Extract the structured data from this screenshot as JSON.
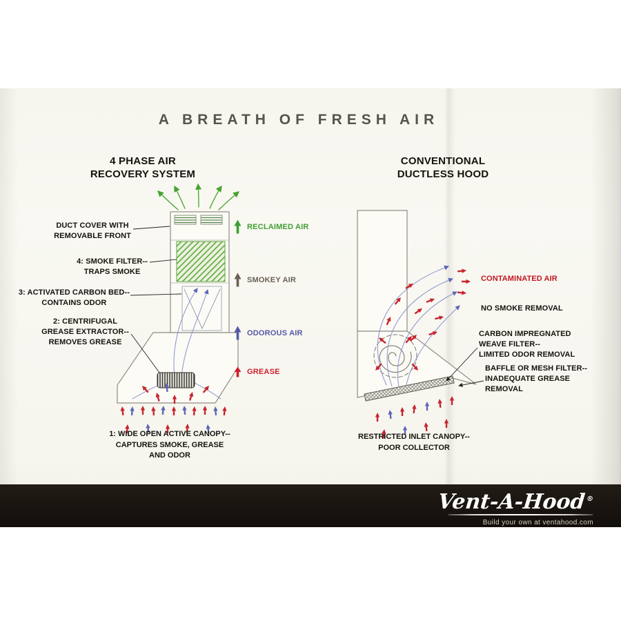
{
  "title": "A BREATH OF FRESH AIR",
  "left_panel": {
    "heading": "4 PHASE AIR\nRECOVERY SYSTEM",
    "callouts": {
      "duct_cover": "DUCT COVER WITH\nREMOVABLE FRONT",
      "smoke_filter": "4: SMOKE FILTER--\nTRAPS SMOKE",
      "carbon_bed": "3: ACTIVATED CARBON BED--\nCONTAINS ODOR",
      "grease_extractor": "2: CENTRIFUGAL\nGREASE EXTRACTOR--\nREMOVES GREASE",
      "canopy": "1: WIDE OPEN ACTIVE CANOPY--\nCAPTURES SMOKE, GREASE\nAND ODOR"
    },
    "airflow_legend": [
      {
        "label": "RECLAIMED AIR",
        "color": "#3f9e33"
      },
      {
        "label": "SMOKEY AIR",
        "color": "#6a5f55"
      },
      {
        "label": "ODOROUS AIR",
        "color": "#5558a8"
      },
      {
        "label": "GREASE",
        "color": "#cf1f2e"
      }
    ]
  },
  "right_panel": {
    "heading": "CONVENTIONAL\nDUCTLESS HOOD",
    "callouts": {
      "contaminated_air": "CONTAMINATED AIR",
      "no_smoke": "NO SMOKE REMOVAL",
      "weave_filter": "CARBON IMPREGNATED\nWEAVE FILTER--\nLIMITED ODOR REMOVAL",
      "baffle_filter": "BAFFLE OR MESH FILTER--\nINADEQUATE GREASE\nREMOVAL",
      "canopy": "RESTRICTED INLET CANOPY--\nPOOR COLLECTOR"
    },
    "contaminated_air_color": "#c21722"
  },
  "footer": {
    "brand": "Vent-A-Hood",
    "registered_mark": "®",
    "tagline": "Build your own at ventahood.com",
    "bar_color": "#171209"
  }
}
